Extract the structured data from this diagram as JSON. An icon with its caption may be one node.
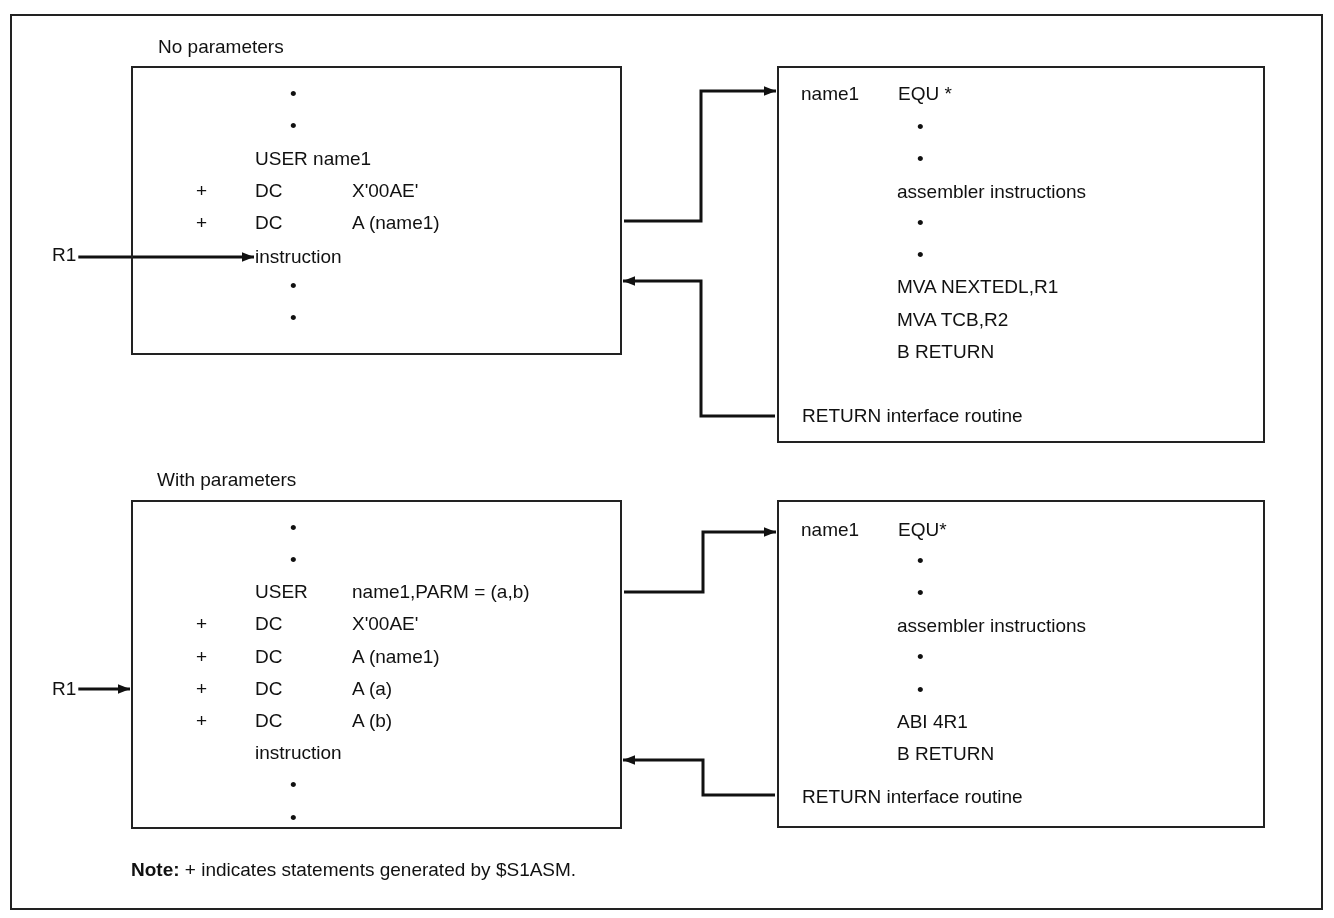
{
  "diagram": {
    "nodes": [
      {
        "text": [
          "No parameters",
          "•",
          "•",
          "USER name1",
          "+",
          "DC",
          "X'00AE'",
          "+",
          "DC",
          "A (name1)",
          "•",
          "•"
        ]
      },
      {
        "text": [
          "instruction"
        ],
        "in": 0
      },
      {
        "text": [
          "R1"
        ]
      },
      {
        "text": [
          "name1",
          "EQU *",
          "•",
          "•",
          "assembler instructions",
          "•",
          "•",
          "MVA NEXTEDL,R1",
          "MVA TCB,R2",
          "B RETURN",
          "RETURN interface routine"
        ]
      },
      {
        "text": [
          "With parameters",
          "•",
          "•",
          "USER",
          "name1,PARM = (a,b)",
          "+",
          "DC",
          "X'00AE'",
          "+",
          "DC",
          "A (name1)",
          "+",
          "DC",
          "A (a)",
          "+",
          "DC",
          "A (b)",
          "instruction",
          "•",
          "•"
        ]
      },
      {
        "text": [
          "R1"
        ]
      },
      {
        "text": [
          "name1",
          "EQU*",
          "•",
          "•",
          "assembler instructions",
          "•",
          "•",
          "ABI 4R1",
          "B RETURN",
          "RETURN interface routine"
        ]
      }
    ],
    "edges": [
      {
        "from": 2,
        "to": 1,
        "arrow": "to"
      },
      {
        "from": 0,
        "to": 3,
        "arrow": "to"
      },
      {
        "from": 3,
        "to": 0,
        "arrow": "to"
      },
      {
        "from": 5,
        "to": 4,
        "arrow": "to"
      },
      {
        "from": 4,
        "to": 6,
        "arrow": "to"
      },
      {
        "from": 6,
        "to": 4,
        "arrow": "to"
      }
    ],
    "labels": [
      "**Note:** + indicates statements generated by $S1ASM."
    ]
  }
}
